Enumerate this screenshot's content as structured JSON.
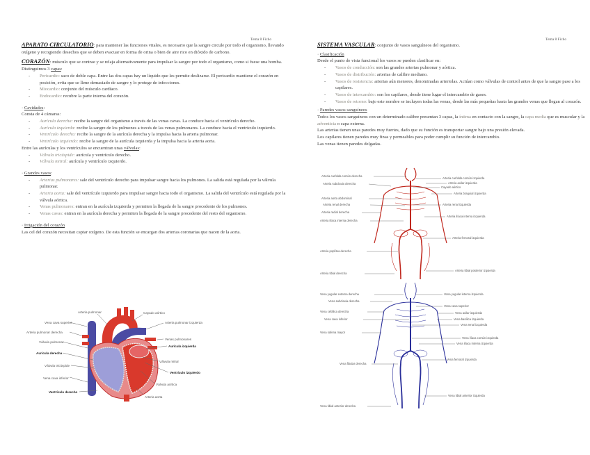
{
  "left_page": {
    "header": "Tema 8 Ficho",
    "aparato": {
      "title": "APARATO CIRCULATORIO",
      "text": ": para mantener las funciones vitales, es necesario que la sangre circule por todo el organismo, llevando oxígeno y recogiendo desechos que se deben evacuar en forma de orina o bien de aire rico en dióxido de carbono."
    },
    "corazon": {
      "title": "CORAZÓN",
      "text": ": músculo que se contrae y se relaja alternativamente para impulsar la sangre por todo el organismo, como si fuese una bomba.",
      "capas_intro": "Distinguimos 3 ",
      "capas_link": "capas",
      "capas": [
        {
          "label": "Pericardio:",
          "text": " saco de doble capa. Entre las dos capas hay un líquido que les permite deslizarse. El pericardio mantiene el corazón en posición, evita que se llene demasiado de sangre y lo protege de infecciones."
        },
        {
          "label": "Miocardio:",
          "text": " conjunto del músculo cardíaco."
        },
        {
          "label": "Endocardio:",
          "text": " recubre la parte interna del corazón."
        }
      ]
    },
    "cavidades": {
      "heading": "Cavidades",
      "intro": "Consta de 4 cámaras:",
      "items": [
        {
          "label": "Aurícula derecha:",
          "text": " recibe la sangre del organismo a través de las venas cavas. La conduce hacia el ventrículo derecho."
        },
        {
          "label": "Aurícula izquierda:",
          "text": " recibe la sangre de los pulmones a través de las venas pulmonares. La conduce hacia el ventrículo izquierdo."
        },
        {
          "label": "Ventrículo derecho:",
          "text": " recibe la sangre de la aurícula derecha y la impulsa hacia la arteria pulmonar."
        },
        {
          "label": "Ventrículo izquierdo:",
          "text": " recibe la sangre de la aurícula izquierda y la impulsa hacia la arteria aorta."
        }
      ],
      "valvulas_intro": "Entre las aurículas y los ventrículos se encuentran unas ",
      "valvulas_link": "válvulas",
      "valvulas": [
        {
          "label": "Válvula tricúspide:",
          "text": " aurícula y ventrículo derecho."
        },
        {
          "label": "Válvula mitral:",
          "text": " aurícula y ventrículo izquierdo."
        }
      ]
    },
    "grandes_vasos": {
      "heading": "Grandes vasos",
      "items": [
        {
          "label": "Arterias pulmonares:",
          "text": " sale del ventrículo derecho para impulsar sangre hacia los pulmones. La salida está regulada por la válvula pulmonar."
        },
        {
          "label": "Arteria aorta:",
          "text": " sale del ventrículo izquierdo para impulsar sangre hacia todo el organismo. La salida del ventrículo está regulada por la válvula aórtica."
        },
        {
          "label": "Venas pulmonares:",
          "text": " entran en la aurícula izquierda y permiten la llegada de la sangre procedente de los pulmones."
        },
        {
          "label": "Venas cavas:",
          "text": " entran en la aurícula derecha y permiten la llegada de la sangre procedente del resto del organismo."
        }
      ]
    },
    "irrigacion": {
      "heading": "Irrigación del corazón",
      "text": "Las cel del corazón necesitan captar oxígeno. De esta función se encargan dos arterias coronarias que nacen de la aorta."
    },
    "heart_figure": {
      "labels_left": [
        "Vena cava superior",
        "Arteria pulmonar derecha",
        "Válvula pulmonar",
        "Aurícula derecha",
        "Válvula tricúspide",
        "Vena cava inferior",
        "Ventrículo derecho"
      ],
      "labels_top": [
        "Arteria pulmonar",
        "Cayado aórtico"
      ],
      "labels_right": [
        "Arteria pulmonar izquierda",
        "Venas pulmonares",
        "Aurícula izquierda",
        "Válvula mitral",
        "Ventrículo izquierdo",
        "Válvula aórtica",
        "Arteria aorta"
      ]
    }
  },
  "right_page": {
    "header": "Tema 8 Ficho",
    "sistema": {
      "title": "SISTEMA VASCULAR",
      "text": ": conjunto de vasos sanguíneos del organismo."
    },
    "clasificacion": {
      "heading": "Clasificación",
      "intro": "Desde el punto de vista funcional los vasos se pueden clasificar en:",
      "items": [
        {
          "label": "Vasos de conducción:",
          "text": " son las grandes arterias pulmonar y aórtica."
        },
        {
          "label": "Vasos de distribución:",
          "text": " arterias de calibre mediano."
        },
        {
          "label": "Vasos de resistencia:",
          "text": " arterias aún menores, denominadas arteriolas. Actúan como válvulas de control antes de que la sangre pase a los capilares."
        },
        {
          "label": "Vasos de intercambio:",
          "text": " son los capilares, donde tiene lugar el intercambio de gases."
        },
        {
          "label": "Vasos de retorno:",
          "text": " bajo este nombre se incluyen todas las venas, desde las más pequeñas hasta las grandes venas que llegan al corazón."
        }
      ]
    },
    "paredes": {
      "heading": "Paredes vasos sanguíneos",
      "p1_a": "Todos los vasos sanguíneos con un determinado calibre presentan 3 capas, la ",
      "p1_b": "íntima",
      "p1_c": " en contacto con la sangre, la ",
      "p1_d": "capa media",
      "p1_e": " que es muscular y la ",
      "p1_f": "adventicia",
      "p1_g": " o capa externa.",
      "p2": "Las arterias tienen unas paredes muy fuertes, dado que su función es transportar sangre bajo una presión elevada.",
      "p3": "Los capilares tienen paredes muy finas y permeables para poder cumplir su función de intercambio.",
      "p4": "Las venas tienen paredes delgadas."
    },
    "arteries_figure": {
      "labels_left": [
        "Arteria carótida común derecha",
        "Arteria subclavia derecha",
        "Arteria aorta abdominal",
        "Arteria renal derecha",
        "Arteria radial derecha",
        "Arteria ilíaca interna derecha",
        "Arteria poplítea derecha",
        "Arteria tibial derecha"
      ],
      "labels_right": [
        "Arteria carótida común izquierda",
        "Arteria axilar izquierda",
        "Cayado aórtico",
        "Arteria braquial izquierda",
        "Arteria renal izquierda",
        "Arteria ilíaca interna izquierda",
        "Arteria femoral izquierda",
        "Arteria tibial posterior izquierda"
      ]
    },
    "veins_figure": {
      "labels_left": [
        "Vena yugular externa derecha",
        "Vena subclavia derecha",
        "Vena cefálica derecha",
        "Vena cava inferior",
        "Vena safena mayor",
        "Vena fibular derecha",
        "Vena tibial anterior derecha"
      ],
      "labels_right": [
        "Vena yugular interna izquierda",
        "Vena cava superior",
        "Vena axilar izquierda",
        "Vena basílica izquierda",
        "Vena renal izquierda",
        "Vena ilíaca común izquierda",
        "Vena ilíaca interna izquierda",
        "Vena femoral izquierda",
        "Vena tibial anterior izquierda"
      ]
    }
  },
  "colors": {
    "label_grey": "#8c8a82",
    "artery_red": "#c0281e",
    "vein_blue": "#2a2f9a",
    "heart_red": "#d83a2e",
    "heart_blue": "#4a4aa8"
  }
}
